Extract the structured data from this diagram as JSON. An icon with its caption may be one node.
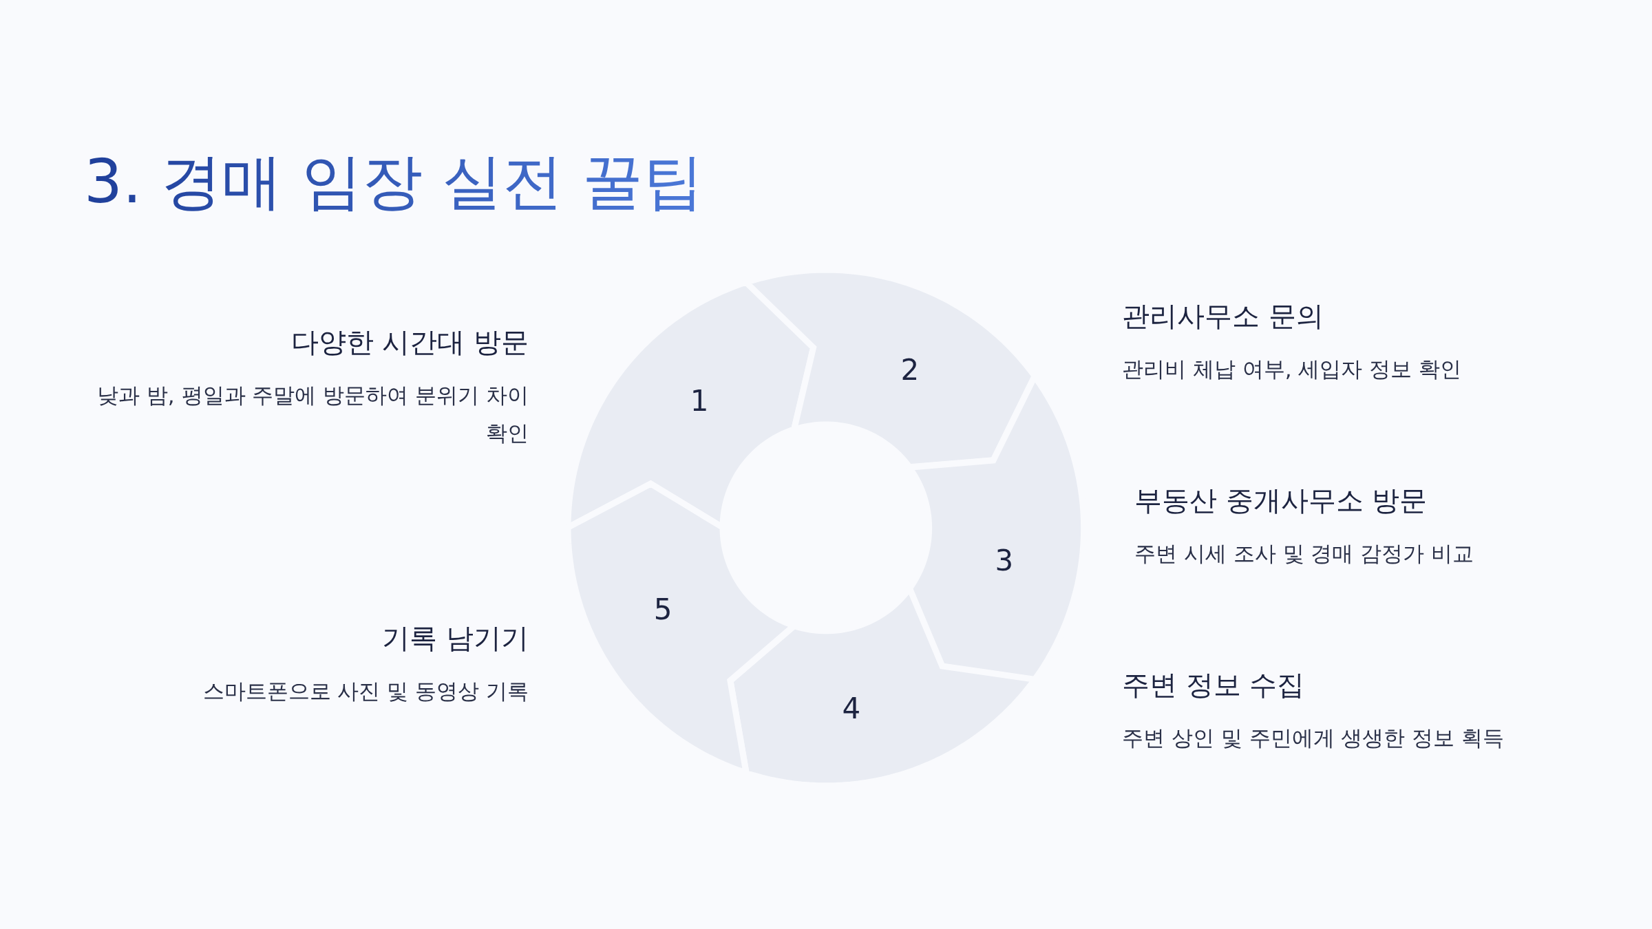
{
  "diagram": {
    "title": "3. 경매 임장 실전 꿀팁",
    "nodes": [
      {
        "text": [
          "1"
        ],
        "beside": [
          "다양한 시간대 방문",
          "낮과 밤, 평일과 주말에 방문하여 분위기 차이 확인"
        ]
      },
      {
        "text": [
          "2"
        ],
        "beside": [
          "관리사무소 문의",
          "관리비 체납 여부, 세입자 정보 확인"
        ]
      },
      {
        "text": [
          "3"
        ],
        "beside": [
          "부동산 중개사무소 방문",
          "주변 시세 조사 및 경매 감정가 비교"
        ]
      },
      {
        "text": [
          "4"
        ],
        "beside": [
          "주변 정보 수집",
          "주변 상인 및 주민에게 생생한 정보 획득"
        ]
      },
      {
        "text": [
          "5"
        ],
        "beside": [
          "기록 남기기",
          "스마트폰으로 사진 및 동영상 기록"
        ]
      }
    ]
  }
}
